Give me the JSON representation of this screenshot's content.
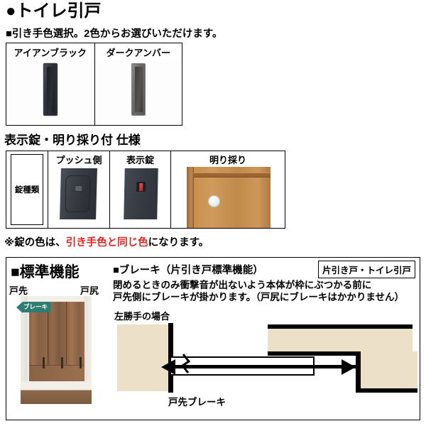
{
  "title": "●トイレ引戸",
  "handle_section": {
    "heading": "■引き手色選択。2色からお選びいただけます。",
    "options": [
      {
        "label": "アイアンブラック",
        "color": "#23262b"
      },
      {
        "label": "ダークアンバー",
        "color": "#5a5958"
      }
    ]
  },
  "lock_section": {
    "heading": "表示錠・明り採り付 仕様",
    "row_header": "錠種類",
    "columns": [
      {
        "label": "プッシュ側"
      },
      {
        "label": "表示錠"
      },
      {
        "label": "明り採り"
      }
    ],
    "note_prefix": "※錠の色は、",
    "note_highlight": "引き手色と同じ色",
    "note_suffix": "になります。",
    "note_color": "#e8241f"
  },
  "standard_section": {
    "title": "■標準機能",
    "door_labels": {
      "left": "戸先",
      "right": "戸尻"
    },
    "photo_badge": "ブレーキ",
    "photo_badge_color": "#2e7d72",
    "brake_heading": "■ブレーキ（片引き戸標準機能）",
    "type_badge": "片引き戸・トイレ引戸",
    "description_line1": "閉めるときのみ衝撃音が出ないよう本体が枠にぶつかる前に",
    "description_line2": "戸先側にブレーキが掛かります。（戸尻にブレーキはかかりません）",
    "diagram": {
      "case_label": "左勝手の場合",
      "brake_label": "戸先ブレーキ",
      "wall_color": "#ece0c8",
      "line_color": "#000000"
    }
  }
}
